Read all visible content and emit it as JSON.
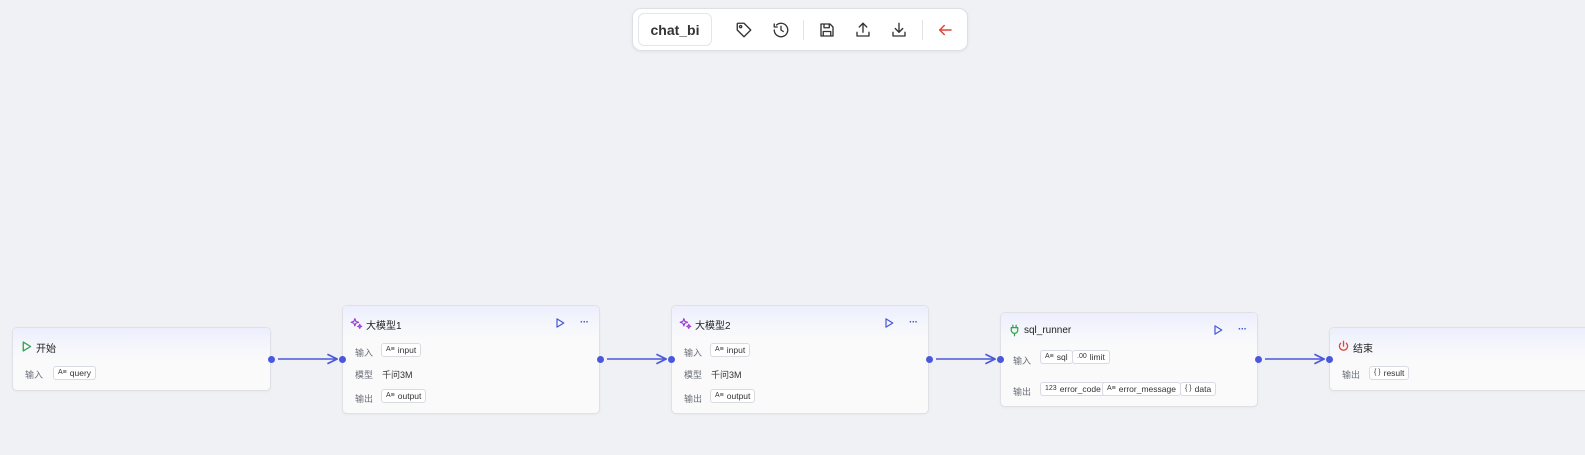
{
  "toolbar": {
    "title": "chat_bi",
    "buttons": [
      {
        "name": "tag-button",
        "icon": "tag-icon"
      },
      {
        "name": "history-button",
        "icon": "history-icon"
      },
      {
        "name": "save-button",
        "icon": "save-icon"
      },
      {
        "name": "export-button",
        "icon": "upload-icon"
      },
      {
        "name": "import-button",
        "icon": "download-icon"
      },
      {
        "name": "back-button",
        "icon": "arrow-left-icon"
      }
    ]
  },
  "colors": {
    "accent": "#4b58dc",
    "start_icon": "#2fa24a",
    "llm_icon": "#9b3fd6",
    "tool_icon": "#2fa24a",
    "end_icon": "#e0453a",
    "back_icon": "#e0453a"
  },
  "nodes": {
    "start": {
      "title": "开始",
      "icon": "play-icon",
      "input_label": "输入",
      "inputs": [
        {
          "type_icon": "A≡",
          "name": "query"
        }
      ]
    },
    "llm1": {
      "title": "大模型1",
      "icon": "sparkles-icon",
      "input_label": "输入",
      "model_label": "模型",
      "output_label": "输出",
      "inputs": [
        {
          "type_icon": "A≡",
          "name": "input"
        }
      ],
      "model": "千问3M",
      "outputs": [
        {
          "type_icon": "A≡",
          "name": "output"
        }
      ]
    },
    "llm2": {
      "title": "大模型2",
      "icon": "sparkles-icon",
      "input_label": "输入",
      "model_label": "模型",
      "output_label": "输出",
      "inputs": [
        {
          "type_icon": "A≡",
          "name": "input"
        }
      ],
      "model": "千问3M",
      "outputs": [
        {
          "type_icon": "A≡",
          "name": "output"
        }
      ]
    },
    "sql": {
      "title": "sql_runner",
      "icon": "plug-icon",
      "input_label": "输入",
      "output_label": "输出",
      "inputs": [
        {
          "type_icon": "A≡",
          "name": "sql"
        },
        {
          "type_icon": ".00",
          "name": "limit"
        }
      ],
      "outputs": [
        {
          "type_icon": "123",
          "name": "error_code"
        },
        {
          "type_icon": "A≡",
          "name": "error_message"
        },
        {
          "type_icon": "{ }",
          "name": "data"
        }
      ]
    },
    "end": {
      "title": "结束",
      "icon": "power-icon",
      "output_label": "输出",
      "outputs": [
        {
          "type_icon": "{ }",
          "name": "result"
        }
      ]
    }
  },
  "more_glyph": "···"
}
